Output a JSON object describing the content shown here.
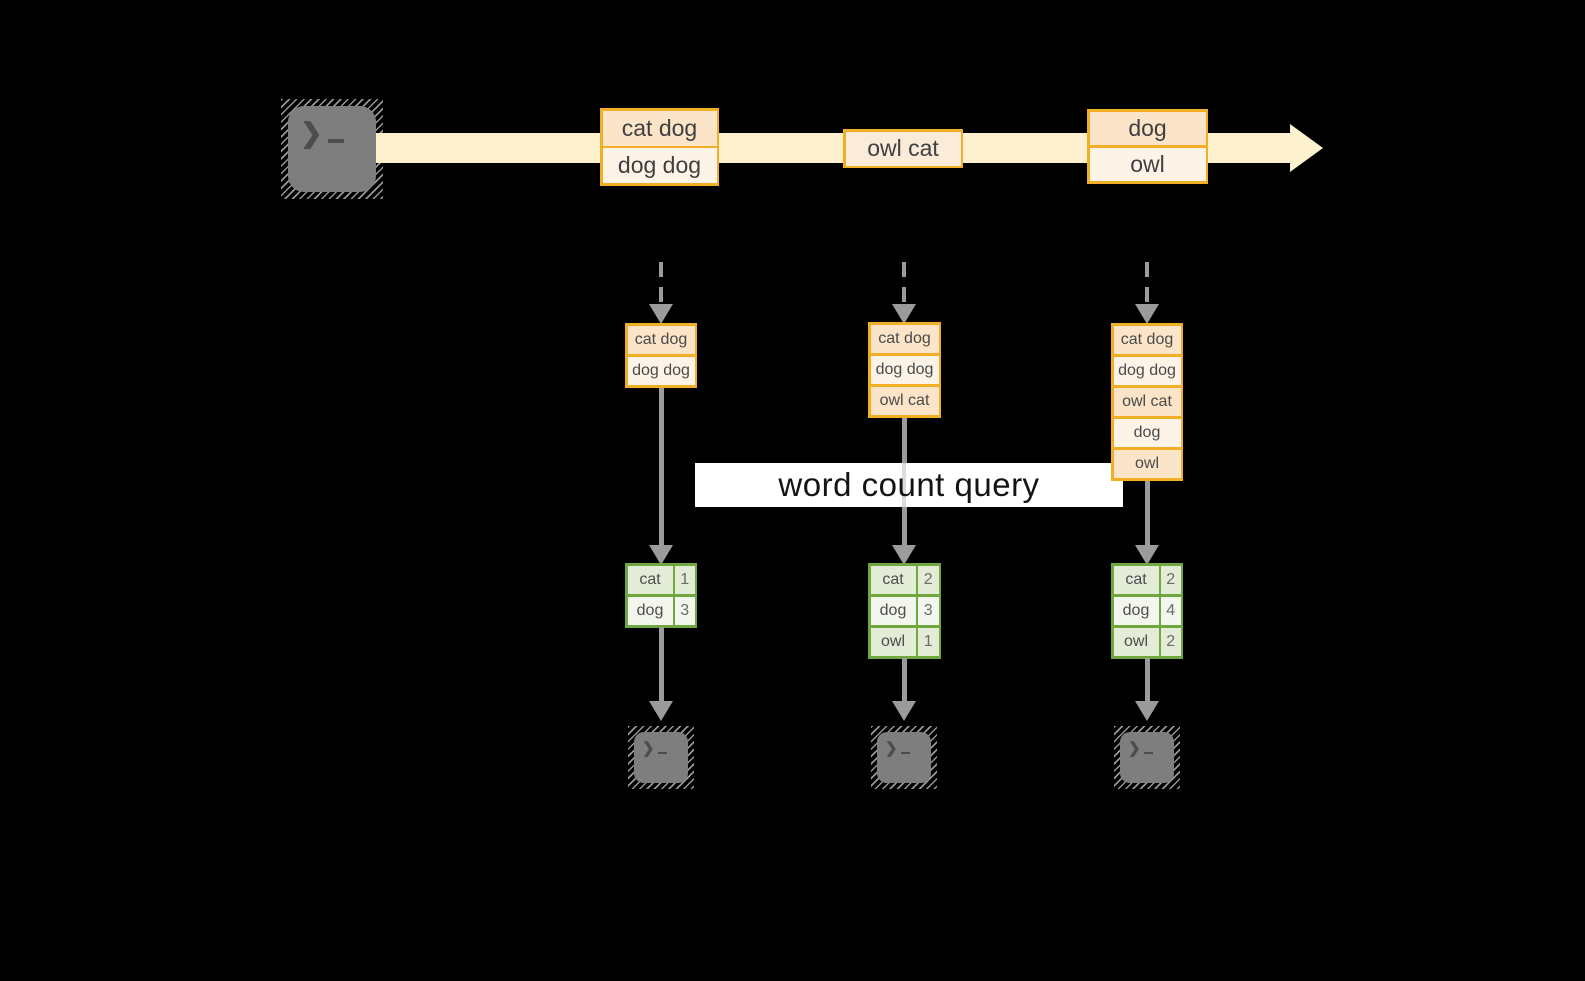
{
  "query_banner": {
    "label": "word count query"
  },
  "prompt": {
    "chevron": "❯"
  },
  "stream": {
    "batches": [
      {
        "rows": [
          "cat dog",
          "dog dog"
        ]
      },
      {
        "rows": [
          "owl cat"
        ]
      },
      {
        "rows": [
          "dog",
          "owl"
        ]
      }
    ]
  },
  "columns": [
    {
      "input": {
        "rows": [
          "cat dog",
          "dog dog"
        ]
      },
      "result": {
        "rows": [
          {
            "word": "cat",
            "count": "1"
          },
          {
            "word": "dog",
            "count": "3"
          }
        ]
      }
    },
    {
      "input": {
        "rows": [
          "cat dog",
          "dog dog",
          "owl cat"
        ]
      },
      "result": {
        "rows": [
          {
            "word": "cat",
            "count": "2"
          },
          {
            "word": "dog",
            "count": "3"
          },
          {
            "word": "owl",
            "count": "1"
          }
        ]
      }
    },
    {
      "input": {
        "rows": [
          "cat dog",
          "dog dog",
          "owl cat",
          "dog",
          "owl"
        ]
      },
      "result": {
        "rows": [
          {
            "word": "cat",
            "count": "2"
          },
          {
            "word": "dog",
            "count": "4"
          },
          {
            "word": "owl",
            "count": "2"
          }
        ]
      }
    }
  ],
  "colors": {
    "background": "#000000",
    "stream_band": "#fdf1cf",
    "orange_border": "#f0af24",
    "peach_fill": "#fbe4c8",
    "cream_fill": "#fdf4e7",
    "green_border": "#70a73f",
    "green_fill": "#e3ecd6",
    "green_fill_light": "#f2f6ec",
    "arrow_gray": "#9b9b9b",
    "terminal_gray": "#7e7e7e",
    "banner_bg": "#ffffff"
  }
}
